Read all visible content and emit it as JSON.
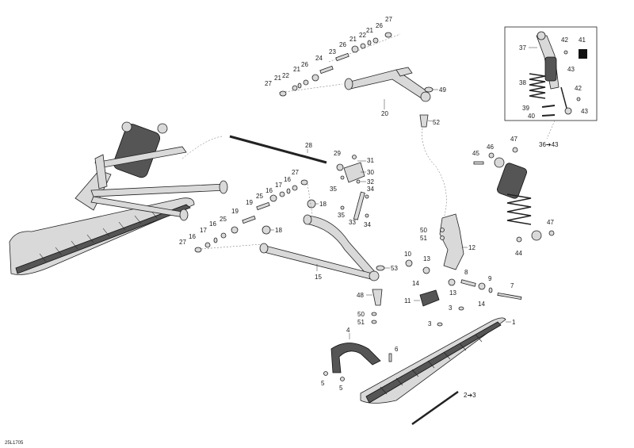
{
  "diagram_code": "25L1705",
  "labels": {
    "l1": "1",
    "l2": "2",
    "l3": "3",
    "l4": "4",
    "l5": "5",
    "l6": "6",
    "l7": "7",
    "l8": "8",
    "l9": "9",
    "l10": "10",
    "l11": "11",
    "l12": "12",
    "l13": "13",
    "l14": "14",
    "l15": "15",
    "l16": "16",
    "l17": "17",
    "l18": "18",
    "l19": "19",
    "l20": "20",
    "l21": "21",
    "l22": "22",
    "l23": "23",
    "l24": "24",
    "l25": "25",
    "l26": "26",
    "l27": "27",
    "l28": "28",
    "l29": "29",
    "l30": "30",
    "l31": "31",
    "l32": "32",
    "l33": "33",
    "l34": "34",
    "l35": "35",
    "l37": "37",
    "l38": "38",
    "l39": "39",
    "l40": "40",
    "l41": "41",
    "l42": "42",
    "l43": "43",
    "l44": "44",
    "l45": "45",
    "l46": "46",
    "l47": "47",
    "l48": "48",
    "l49": "49",
    "l50": "50",
    "l51": "51",
    "l52": "52",
    "l53": "53",
    "ref_2_3": "2➔3",
    "ref_36_43": "36➔43"
  }
}
